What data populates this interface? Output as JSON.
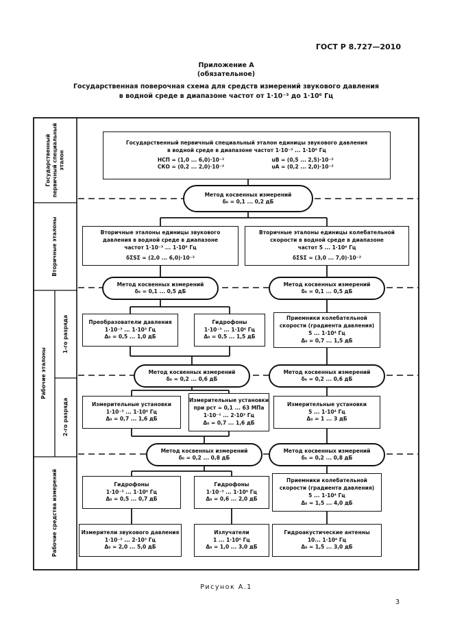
{
  "page": {
    "doc_number": "ГОСТ Р 8.727—2010",
    "annex": "Приложение А",
    "annex_note": "(обязательное)",
    "title1": "Государственная поверочная схема для средств измерений звукового давления",
    "title2": "в водной среде в диапазоне частот от 1·10⁻³ до 1·10⁶ Гц",
    "caption": "Рисунок А.1",
    "page_number": "3"
  },
  "sidebar": {
    "primary": "Государственный первичный специальный эталон",
    "secondary": "Вторичные эталоны",
    "working": "Рабочие эталоны",
    "rank1": "1-го разряда",
    "rank2": "2-го разряда",
    "instruments": "Рабочие средства измерений"
  },
  "nodes": {
    "primary": {
      "l1": "Государственный первичный специальный эталон единицы звукового давления",
      "l2": "в водной среде в диапазоне частот 1·10⁻³ ... 1·10⁶ Гц",
      "nsp": "НСП = (1,0 ... 6,0)·10⁻²",
      "ub": "uВ = (0,5 ... 2,5)·10⁻²",
      "sko": "СКО = (0,2 ... 2,0)·10⁻²",
      "ua": "uА = (0,2 ... 2,0)·10⁻²"
    },
    "m1": {
      "l1": "Метод косвенных измерений",
      "l2": "δ₀ = 0,1 ... 0,2 дБ"
    },
    "m2": {
      "l1": "Метод косвенных измерений",
      "l2": "δ₀ = 0,1 ... 0,5 дБ"
    },
    "m3": {
      "l1": "Метод косвенных измерений",
      "l2": "δ₀ = 0,2 ... 0,6 дБ"
    },
    "m4": {
      "l1": "Метод косвенных измерений",
      "l2": "δ₀ = 0,2 ... 0,8 дБ"
    },
    "sec_press": {
      "l1": "Вторичные эталоны единицы звукового",
      "l2": "давления в водной среде в диапазоне",
      "l3": "частот 1·10⁻³ ... 1·10⁶ Гц",
      "l4": "δΣSΣ = (2,0 ... 6,0)·10⁻²"
    },
    "sec_vel": {
      "l1": "Вторичные эталоны единицы колебательной",
      "l2": "скорости в водной среде в диапазоне",
      "l3": "частот 5 ... 1·10⁴ Гц",
      "l4": "δΣSΣ = (3,0 ... 7,0)·10⁻²"
    },
    "r1a": {
      "l1": "Преобразователи давления",
      "l2": "1·10⁻³ ... 1·10³ Гц",
      "l3": "Δ₀ = 0,5 ... 1,0 дБ"
    },
    "r1b": {
      "l1": "Гидрофоны",
      "l2": "1·10⁻³ ... 1·10⁶ Гц",
      "l3": "Δ₀ = 0,5 ... 1,5 дБ"
    },
    "r1c": {
      "l1": "Приемники колебательной",
      "l2": "скорости (градиента давления)",
      "l3": "5 ... 1·10⁴ Гц",
      "l4": "Δ₀ = 0,7 ... 1,5 дБ"
    },
    "r2a": {
      "l1": "Измерительные установки",
      "l2": "1·10⁻³ ... 1·10⁶ Гц",
      "l3": "Δ₀ = 0,7 ... 1,6 дБ"
    },
    "r2b": {
      "l1": "Измерительные установки",
      "l2": "при pст = 0,1 ... 63 МПа",
      "l3": "1·10⁻¹ ... 2·10³ Гц",
      "l4": "Δ₀ = 0,7 ... 1,6 дБ"
    },
    "r2c": {
      "l1": "Измерительные установки",
      "l2": "5 ... 1·10⁴ Гц",
      "l3": "Δ₀ = 1 ... 3 дБ"
    },
    "r3a": {
      "l1": "Гидрофоны",
      "l2": "1·10⁻³ ... 1·10⁶ Гц",
      "l3": "Δ₀ = 0,5 ... 0,7 дБ"
    },
    "r3b": {
      "l1": "Гидрофоны",
      "l2": "1·10⁻³ ... 1·10⁶ Гц",
      "l3": "Δ₀ = 0,6 ... 2,0 дБ"
    },
    "r3c": {
      "l1": "Приемники колебательной",
      "l2": "скорости (градиента давления)",
      "l3": "5 ... 1·10⁴ Гц",
      "l4": "Δ₀ = 1,5 ... 4,0 дБ"
    },
    "r4a": {
      "l1": "Измерители звукового давления",
      "l2": "1·10⁻³ ... 2·10³ Гц",
      "l3": "Δ₀ = 2,0 ... 5,0 дБ"
    },
    "r4b": {
      "l1": "Излучатели",
      "l2": "1 ... 1·10⁶ Гц",
      "l3": "Δ₀ = 1,0 ... 3,0 дБ"
    },
    "r4c": {
      "l1": "Гидроакустические антенны",
      "l2": "10... 1·10⁴ Гц",
      "l3": "Δ₀ = 1,5 ... 3,0 дБ"
    }
  }
}
